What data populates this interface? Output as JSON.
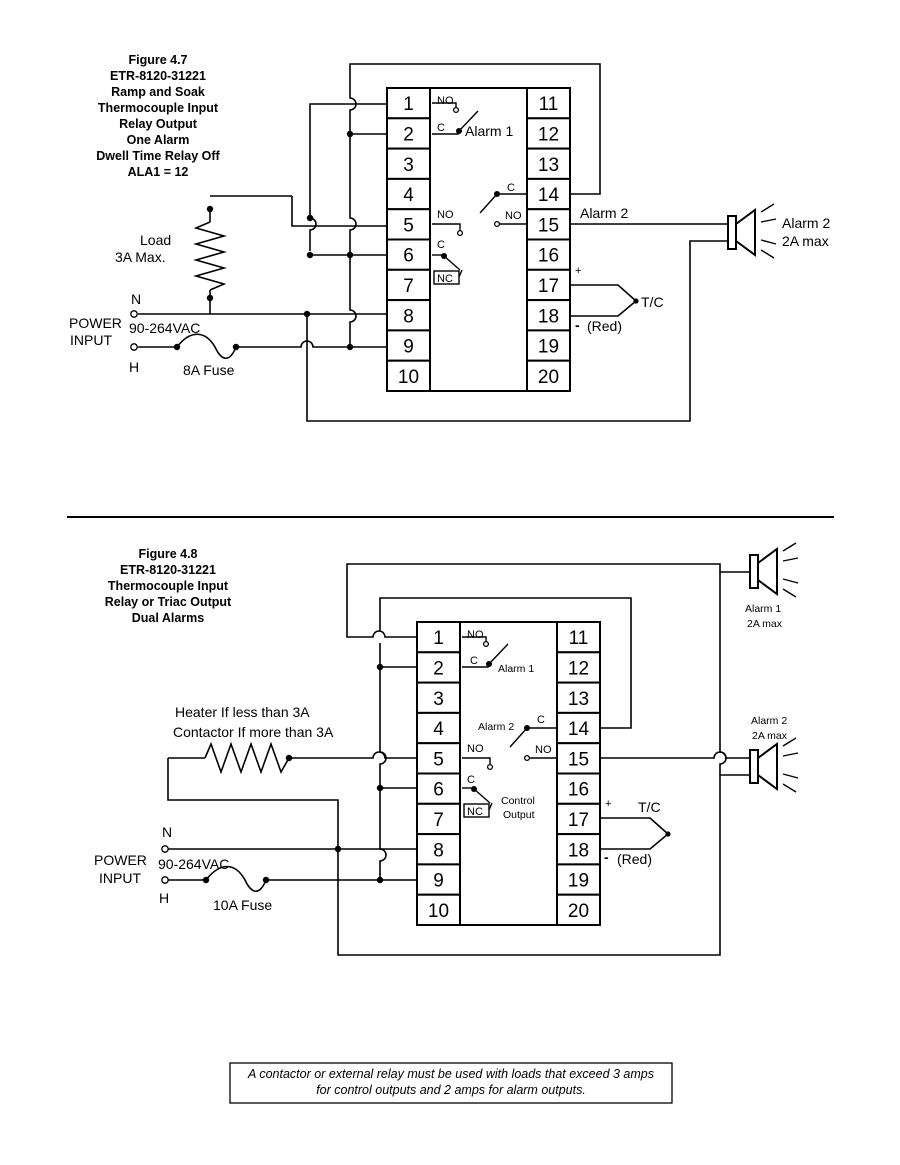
{
  "fig47": {
    "title_lines": [
      "Figure 4.7",
      "ETR-8120-31221",
      "Ramp and Soak",
      "Thermocouple Input",
      "Relay Output",
      "One Alarm",
      "Dwell Time Relay Off",
      "ALA1 = 12"
    ],
    "terminals_left": [
      "1",
      "2",
      "3",
      "4",
      "5",
      "6",
      "7",
      "8",
      "9",
      "10"
    ],
    "terminals_right": [
      "11",
      "12",
      "13",
      "14",
      "15",
      "16",
      "17",
      "18",
      "19",
      "20"
    ],
    "relay_labels": {
      "no1": "NO",
      "c1": "C",
      "alarm1": "Alarm 1",
      "c2": "C",
      "no2": "NO",
      "no3": "NO",
      "c3": "C",
      "nc3": "NC"
    },
    "alarm2_wire_label": "Alarm 2",
    "horn_label_1": "Alarm 2",
    "horn_label_2": "2A max",
    "load_1": "Load",
    "load_2": "3A Max.",
    "n": "N",
    "h": "H",
    "power_1": "POWER",
    "power_2": "INPUT",
    "voltage": "90-264VAC",
    "fuse": "8A Fuse",
    "plus": "+",
    "minus": "-",
    "red": "(Red)",
    "tc": "T/C"
  },
  "fig48": {
    "title_lines": [
      "Figure 4.8",
      "ETR-8120-31221",
      "Thermocouple Input",
      "Relay or Triac Output",
      "Dual Alarms"
    ],
    "terminals_left": [
      "1",
      "2",
      "3",
      "4",
      "5",
      "6",
      "7",
      "8",
      "9",
      "10"
    ],
    "terminals_right": [
      "11",
      "12",
      "13",
      "14",
      "15",
      "16",
      "17",
      "18",
      "19",
      "20"
    ],
    "relay_labels": {
      "no1": "NO",
      "c1": "C",
      "alarm1": "Alarm 1",
      "alarm2": "Alarm 2",
      "c2": "C",
      "no2": "NO",
      "no3": "NO",
      "c3": "C",
      "nc3": "NC",
      "ctrl_1": "Control",
      "ctrl_2": "Output"
    },
    "horn1_label_1": "Alarm 1",
    "horn1_label_2": "2A max",
    "horn2_label_1": "Alarm 2",
    "horn2_label_2": "2A max",
    "heater_1": "Heater If less than 3A",
    "heater_2": "Contactor If more than 3A",
    "n": "N",
    "h": "H",
    "power_1": "POWER",
    "power_2": "INPUT",
    "voltage": "90-264VAC",
    "fuse": "10A Fuse",
    "plus": "+",
    "minus": "-",
    "red": "(Red)",
    "tc": "T/C"
  },
  "note": {
    "line_1": "A contactor or external relay must be used with loads that exceed 3 amps",
    "line_2": "for control outputs and 2 amps for alarm outputs."
  }
}
